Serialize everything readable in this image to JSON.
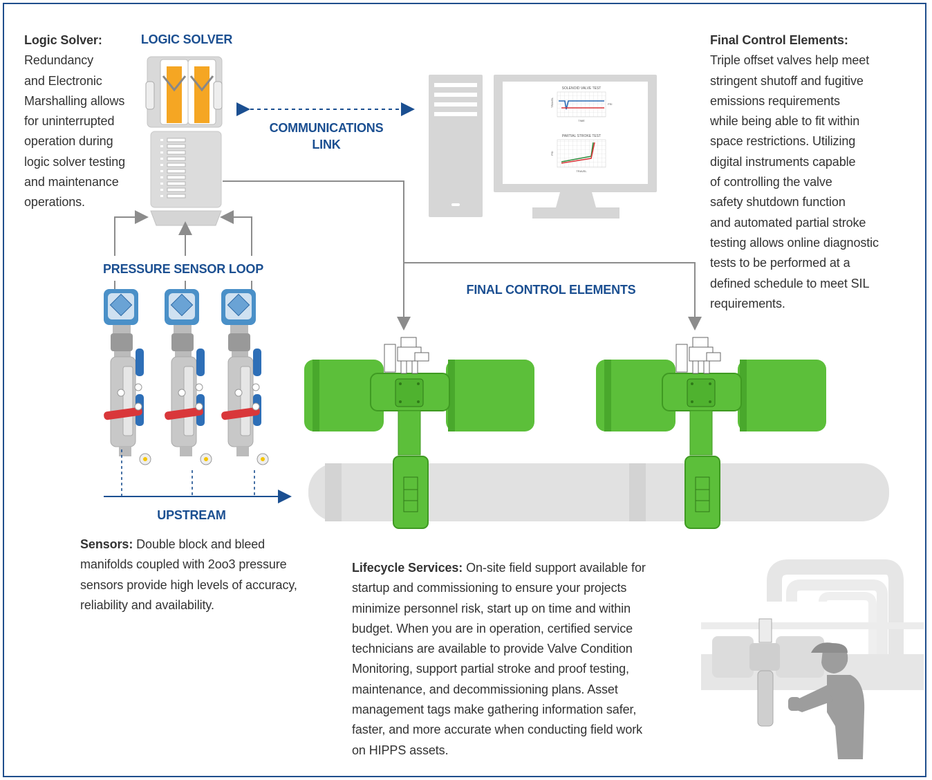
{
  "labels": {
    "logic_solver": "LOGIC SOLVER",
    "communications_link_line1": "COMMUNICATIONS",
    "communications_link_line2": "LINK",
    "pressure_sensor_loop": "PRESSURE SENSOR LOOP",
    "final_control_elements": "FINAL CONTROL ELEMENTS",
    "upstream": "UPSTREAM"
  },
  "monitor": {
    "chart1_title": "SOLENOID VALVE TEST",
    "chart1_ylabel": "TRAVEL",
    "chart1_xlabel": "TIME",
    "chart1_side": "PSI",
    "chart2_title": "PARTIAL STROKE TEST",
    "chart2_ylabel": "PSI",
    "chart2_xlabel": "TRAVEL"
  },
  "logic_solver_text": {
    "heading": "Logic Solver:",
    "lines": [
      "Redundancy",
      "and Electronic",
      "Marshalling allows",
      "for uninterrupted",
      "operation during",
      "logic solver testing",
      "and maintenance",
      "operations."
    ]
  },
  "final_control_text": {
    "heading": "Final Control Elements:",
    "lines": [
      "Triple offset valves help meet",
      "stringent shutoff and fugitive",
      "emissions requirements",
      "while being able to fit within",
      "space restrictions. Utilizing",
      "digital instruments capable",
      "of controlling the valve",
      "safety shutdown function",
      "and automated partial stroke",
      "testing allows online diagnostic",
      "tests to be performed at a",
      "defined schedule to meet SIL",
      "requirements."
    ]
  },
  "sensors_text": {
    "heading": "Sensors:",
    "first_line_rest": " Double block and bleed",
    "lines": [
      "manifolds coupled with 2oo3 pressure",
      "sensors provide high levels of accuracy,",
      "reliability and availability."
    ]
  },
  "lifecycle_text": {
    "heading": "Lifecycle Services:",
    "first_line_rest": " On-site field support available for",
    "lines": [
      "startup and commissioning to ensure your projects",
      "minimize personnel risk, start up on time and within",
      "budget. When you are in operation, certified service",
      "technicians are available to provide Valve Condition",
      "Monitoring, support partial stroke and proof testing,",
      "maintenance, and decommissioning plans. Asset",
      "management tags make gathering information safer,",
      "faster, and more accurate when conducting field work",
      "on HIPPS assets."
    ]
  },
  "colors": {
    "brand_blue": "#1b4f91",
    "valve_green": "#5cbf3a",
    "sensor_blue": "#4a90c8",
    "handle_red": "#d9373a",
    "orange": "#f5a623",
    "gray": "#d6d6d6"
  }
}
